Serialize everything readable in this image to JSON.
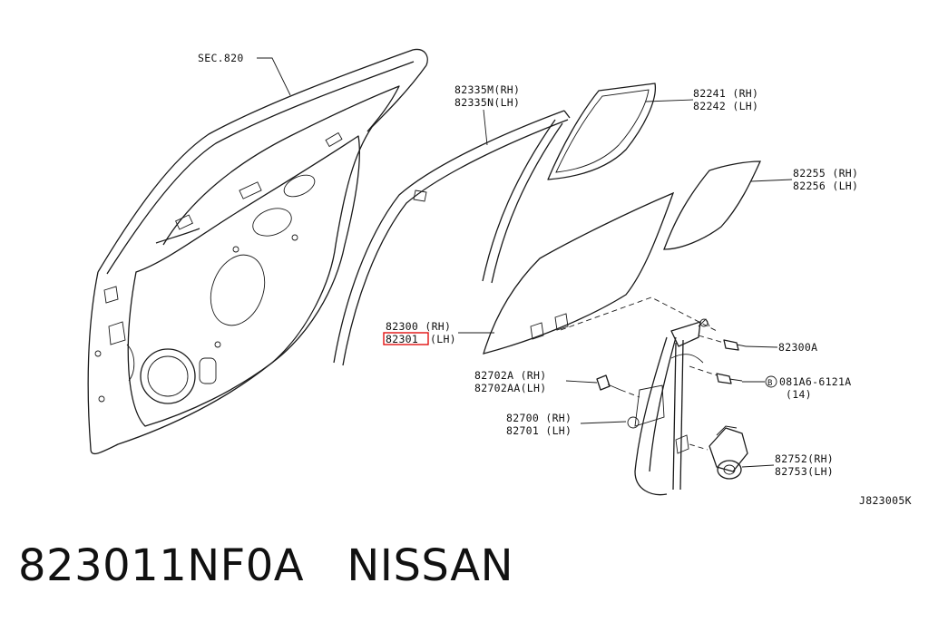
{
  "labels": {
    "sec820": "SEC.820",
    "p82335m": "82335M(RH)",
    "p82335n": "82335N(LH)",
    "p82241": "82241 (RH)",
    "p82242": "82242 (LH)",
    "p82255": "82255 (RH)",
    "p82256": "82256 (LH)",
    "p82300": "82300 (RH)",
    "p82301": "82301",
    "p82301_side": "(LH)",
    "p82300a": "82300A",
    "p82702a": "82702A  (RH)",
    "p82702aa": "82702AA(LH)",
    "p081a6_marker": "B",
    "p081a6": "081A6-6121A",
    "p081a6_qty": "(14)",
    "p82700": "82700 (RH)",
    "p82701": "82701 (LH)",
    "p82752": "82752(RH)",
    "p82753": "82753(LH)",
    "diagram_code": "J823005K"
  },
  "caption": "823011NF0A   NISSAN",
  "colors": {
    "highlight": "#e01010",
    "ink": "#1a1a1a"
  }
}
